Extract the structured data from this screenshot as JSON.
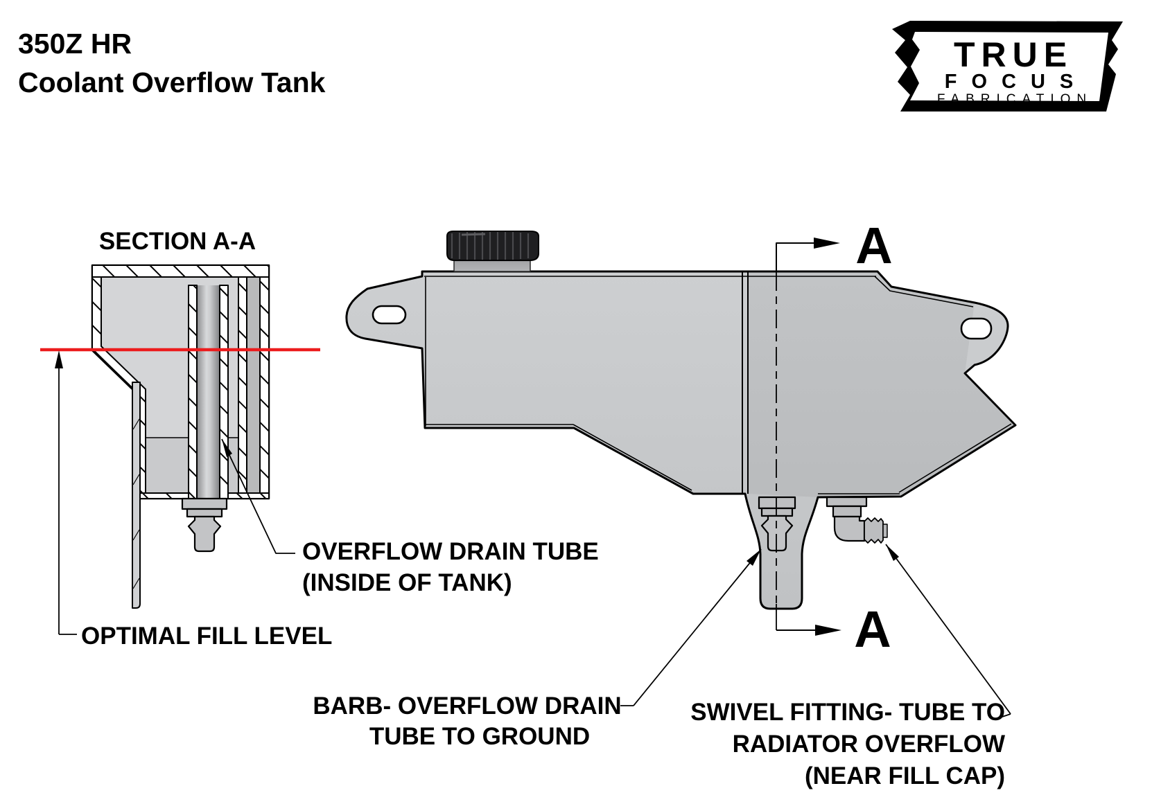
{
  "title": {
    "line1": "350Z HR",
    "line2": "Coolant Overflow Tank"
  },
  "logo": {
    "word1": "TRUE",
    "word2": "FOCUS",
    "word3": "FABRICATION"
  },
  "section_view": {
    "label": "SECTION A-A"
  },
  "markers": {
    "letter": "A"
  },
  "labels": {
    "optimal_fill_level": "OPTIMAL FILL LEVEL",
    "overflow_drain_tube_line1": "OVERFLOW DRAIN TUBE",
    "overflow_drain_tube_line2": "(INSIDE OF TANK)",
    "barb_line1": "BARB- OVERFLOW DRAIN",
    "barb_line2": "TUBE TO GROUND",
    "swivel_line1": "SWIVEL FITTING- TUBE TO",
    "swivel_line2": "RADIATOR OVERFLOW",
    "swivel_line3": "(NEAR FILL CAP)"
  },
  "colors": {
    "background": "#ffffff",
    "drawing_lines": "#000000",
    "tank_body": "#c9cacb",
    "fill_level_line": "#ec1c1d",
    "cap": "#1f1f21"
  }
}
